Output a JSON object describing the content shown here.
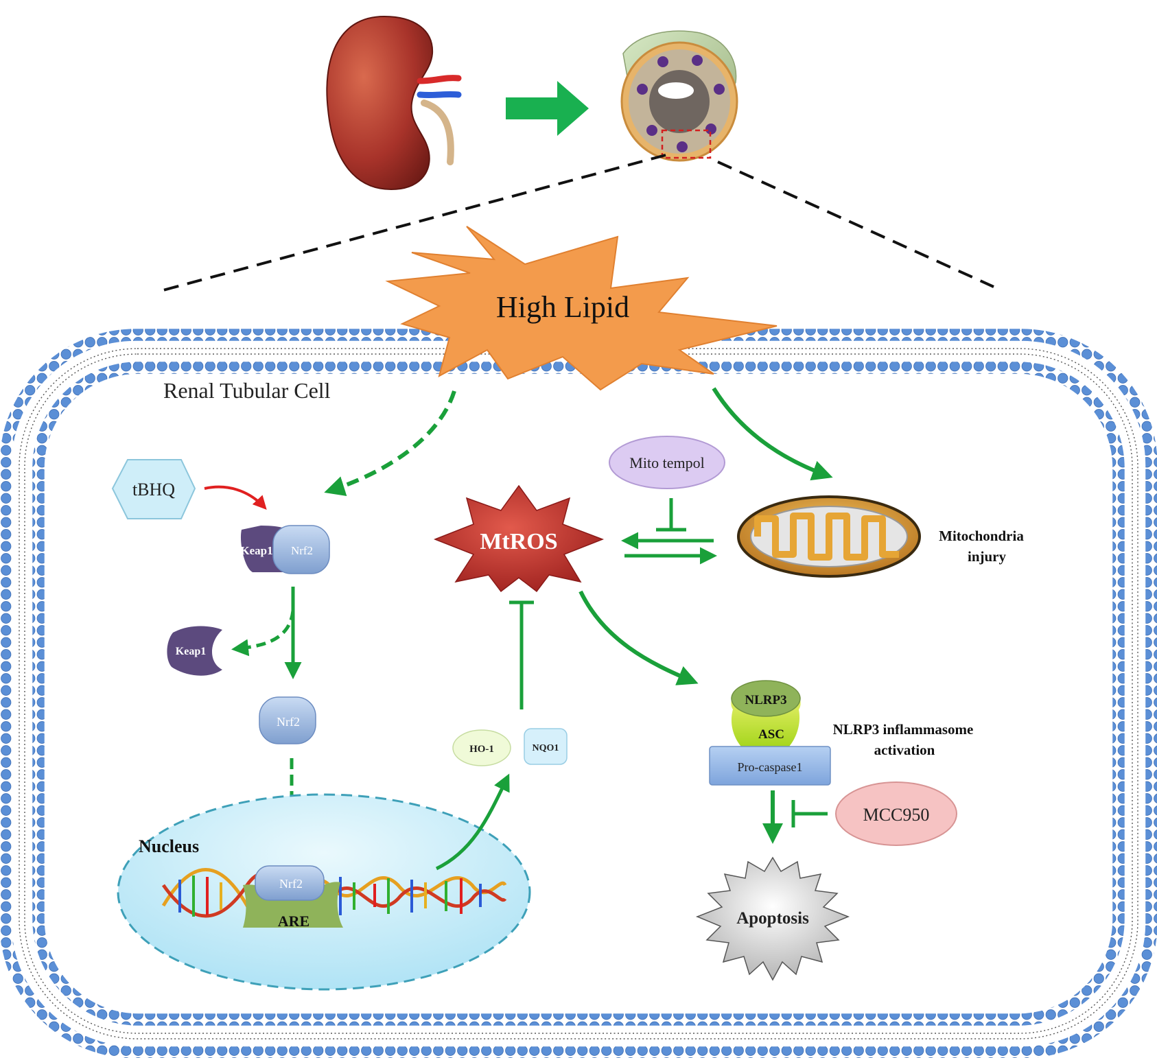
{
  "labels": {
    "high_lipid": "High Lipid",
    "cell": "Renal Tubular Cell",
    "tbhq": "tBHQ",
    "keap1": "Keap1",
    "nrf2": "Nrf2",
    "keap1_free": "Keap1",
    "nrf2_free": "Nrf2",
    "nucleus": "Nucleus",
    "nrf2_nuclear": "Nrf2",
    "are": "ARE",
    "ho1": "HO-1",
    "nqo1": "NQO1",
    "mtros": "MtROS",
    "mito_tempol": "Mito tempol",
    "mito_injury_line1": "Mitochondria",
    "mito_injury_line2": "injury",
    "nlrp3": "NLRP3",
    "asc": "ASC",
    "procaspase": "Pro-caspase1",
    "inflammasome_line1": "NLRP3 inflammasome",
    "inflammasome_line2": "activation",
    "mcc950": "MCC950",
    "apoptosis": "Apoptosis"
  },
  "icons": {
    "organ": "kidney-icon",
    "tubule": "renal-tubule-cross-section-icon",
    "organelle": "mitochondrion-icon",
    "genome": "dna-helix-icon"
  },
  "colors": {
    "membrane_head": "#5b8fd6",
    "stimulate_arrow": "#1aa03a",
    "organ_to_tubule_arrow": "#19b050",
    "tbhq_arrow": "#e02020",
    "high_lipid_fill": "#f39b4c",
    "mtros_fill": "#c0302e",
    "keap1_fill": "#5c4a7e",
    "nrf2_fill": "#9bb9e0",
    "nucleus_fill": "#bfeaf8",
    "are_fill": "#8fb35a",
    "mito_tempol_fill": "#d8c8f0",
    "mcc950_fill": "#f5c0c0",
    "procaspase_fill": "#8fb4e6",
    "apoptosis_fill": "#d6d6d6"
  }
}
